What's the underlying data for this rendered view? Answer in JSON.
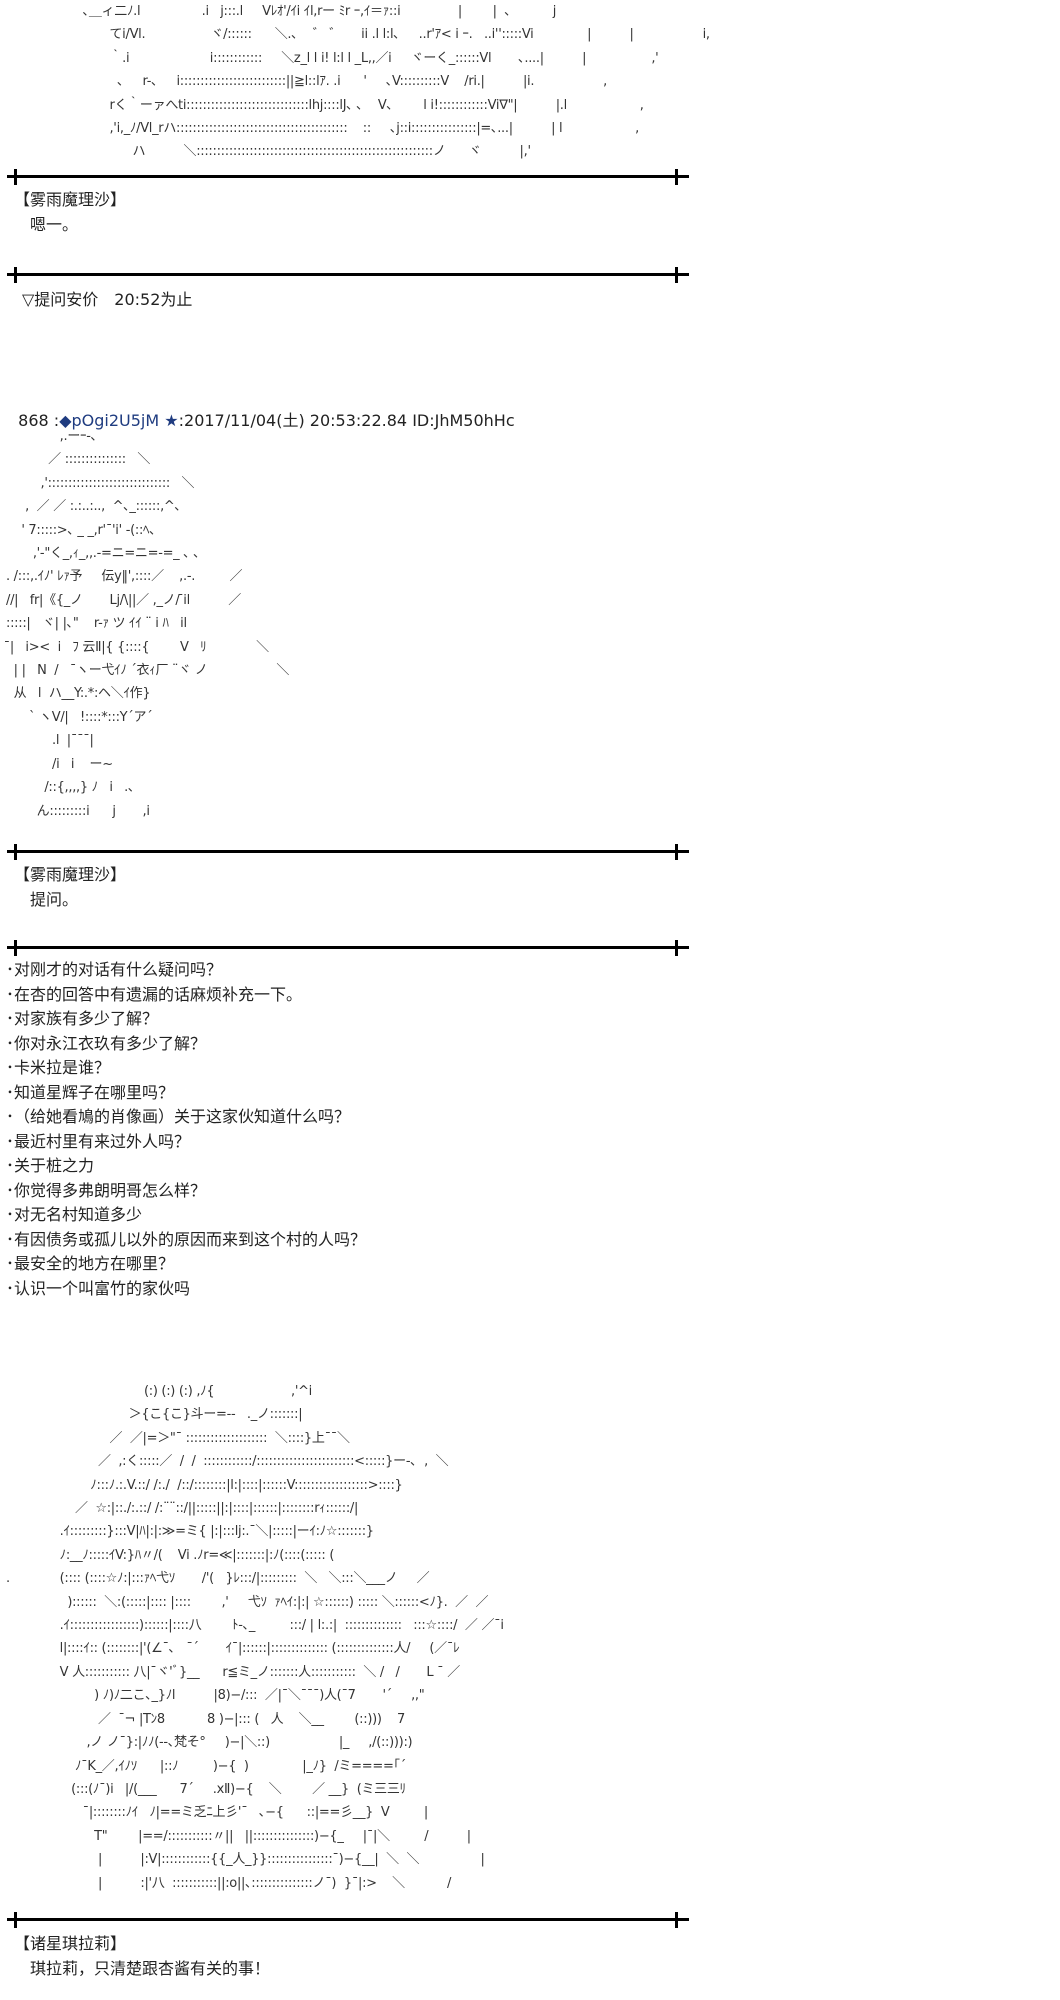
{
  "aa_top": {
    "lines": [
      "                    ､＿ィ二ﾉ.l                .i   j:::.l     Vﾚｵ'/ｲi ｲl,rー ﾐr ｰ,ｲ＝ｧ::i               |        |  ､           j",
      "                           てi/Vl.                 ヾ/::::::      ＼.､    ゛ ゛     ii .l l:l､     ..r'ｱ< i ｰ.   ..i'':::::Vi              |          |                  i,",
      "                           ｀.i                     i::::::::::::     ＼z_l l i! l:l l _L,,／i     ヾーく_::::::Vl       ､....|          |                 ,'",
      "                             ､     r-､     i::::::::::::::::::::::::::||≧l::lｱ. .i      '     ､V::::::::::V    /ri.|          |i.                  ,",
      "                           rく｀ーァへti::::::::::::::::::::::::::::::lhj::::lJ､ ､    V､        l i!::::::::::::Vi∇\"|          |.l                   ,",
      "                           ,'i,_ﾉ/Vl_rハ::::::::::::::::::::::::::::::::::::::::::    ::     ､j::i::::::::::::::::|=､...|          | l                   ,",
      "                                 ハ          ＼::::::::::::::::::::::::::::::::::::::::::::::::::::::::::ノ      ヾ          |,'"
    ]
  },
  "segment1": {
    "speaker": "【雾雨魔理沙】",
    "line": "　嗯一。"
  },
  "notice": "▽提问安价　20:52为止",
  "post": {
    "number": "868",
    "separator": " :",
    "trip": "◆pOgi2U5jM",
    "star": "★",
    "date_id": ":2017/11/04(土) 20:53:22.84 ID:JhM50hHc"
  },
  "aa_marisa": {
    "lines": [
      "              ,.ーｰ-､",
      "           ／ :::::::::::::::   ＼",
      "         ,'::::::::::::::::::::::::::::::   ＼",
      "     ,  ／ ／ :.:..:..,  ^､_::::::,^､",
      "    ' 7:::::>､ _ _,r'¯'i' -(::ﾍ､",
      "       ,'-\"く_,ｨ_,,.-=ニ=ニ=-=_ ､ ､",
      ". /:::,.ｲﾉ' ﾚｧ予     伝y‖',::::／    ,.-.         ／",
      "//|   fr|《{_ノ       Lj/\\||／ ,_ノ/ ̄il          ／",
      ":::::|   ヾ| |､\"    r-ｧ ツ ｲｲ ¨ i ﾊ   il",
      " ̄|   i><  i   ﾌ 云Ⅱ|{ {::::{        V   ﾘ             ＼",
      "  | |   N  /   ¯ヽー弋ｲﾉ ´衣ｨ厂 ¨ヾ ノ                  ＼",
      "  从   l  ハ__Y:.*:ヘ＼ｲ作}",
      "      ` ヽV/|   !::::*:::Y´ア´",
      "            .l  |¯¯¯|",
      "            /i   i    ー~",
      "          /::{,,,,} ﾉ   i   .､",
      "        ん:::::::::i      j       ,i"
    ]
  },
  "segment2": {
    "speaker": "【雾雨魔理沙】",
    "line": "　提问。"
  },
  "questions": [
    "･对刚才的对话有什么疑问吗？",
    "･在杏的回答中有遗漏的话麻烦补充一下。",
    "･对家族有多少了解？",
    "･你对永江衣玖有多少了解？",
    "･卡米拉是谁？",
    "･知道星辉子在哪里吗？",
    "･（给她看鳩的肖像画）关于这家伙知道什么吗？",
    "･最近村里有来过外人吗？",
    "･关于桩之力",
    "･你觉得多弗朗明哥怎么样？",
    "･对无名村知道多少",
    "･有因债务或孤儿以外的原因而来到这个村的人吗？",
    "･最安全的地方在哪里？",
    "･认识一个叫富竹的家伙吗"
  ],
  "aa_kirari": {
    "lines": [
      "                                    (:) (:) (:) ,ﾉ{                    ,'^i",
      "                                ＞{こ{こ}斗ー=--   ._ノ:::::::|",
      "                           ／  ／|=＞\"¯ ::::::::::::::::::::  ＼::::}上¯¯＼",
      "                        ／  ,:く:::::／  /  /  ::::::::::::/::::::::::::::::::::::::<:::::}ー-､  ,  ＼",
      "                      ﾉ:::ﾉ.:.V.::/ /:./  /::/::::::::|l:|::::|::::::V::::::::::::::::::>::::}",
      "                  ／  ☆:|::./:.::/ /:¨¨::/||:::::||:|::::|::::::|::::::::rｨ::::::/|",
      "              .ｲ:::::::::}:::V|ﾊ|:|:≫=ミ{ |:|:::lj:.¯＼|:::::|ーｲ:ﾉ☆:::::::}",
      "              ﾉ:__ﾉ:::::ｲV:}ﾊ〃/(    Vi .ﾉr=≪|:::::::|:ﾉ(::::(::::: (",
      ".             (:::: (::::☆ﾉ:|:::ｧﾍ弋ｿ       /'(   }ﾚ:::/|:::::::::  ＼   ＼:::＼___ノ     ／",
      "                )::::::  ＼:(:::::|:::: |::::        ,'     弋ｿ  ｧﾍｲ:|:| ☆::::::) ::::: ＼::::::<ﾉ}.  ／  ／",
      "              .ｲ:::::::::::::::::)::::::|::::八        ﾄ-､_         :::/ | l:.:|  ::::::::::::::   :::☆::::/  ／ ／¯i",
      "              l|::::ｲ:: (::::::::|'(∠¯､   ¯´       ｲ¯|::::::|:::::::::::::: (::::::::::::::人/     (／¯ﾚ",
      "              V 人::::::::::: 八|¯ヾ'ﾞ}__      r≦ミ_ノ:::::::人:::::::::::  ＼ /   /       L ¯ ／",
      "                       ) ﾉ)ﾉ二こ､_}ﾉl          |8)−/:::  ／|¯＼¯¯¯)人(¯7       '´     ,,\"",
      "                        ／  ¯¬ |Tﾝ8           8 )−|::: (   人    ＼__        (::)))    7",
      "                     ,ノ ノ¯}:|ﾉﾉ(--､梵そ°     )−|＼::)                  |_     ,/(::))):)",
      "                  ﾉ¯K_／,ｲﾉｿ      |::ﾉ         )−{  )              |_ﾉ}  /ミ====｢´",
      "                 (:::(ﾉ¯)i   |/(___      7´     .xⅡ)−{    ＼        ／ __}  (ミ三三ﾘ",
      "                    ¯|::::::::ﾉｲ   ﾉ|==ミ乏ﾆ上彡'¯   ､−{      ::|==彡__}  V         |",
      "                       T\"        |==/:::::::::::〃||   ||:::::::::::::::)−{_     |¯|＼         /          |",
      "                        |          |:V|::::::::::::{{_人_}}::::::::::::::::¯)−{__|  ＼  ＼                |",
      "                        |          :|'八  :::::::::::||:o||､:::::::::::::::ノ¯)  }¯|:>    ＼           /"
    ]
  },
  "segment3": {
    "speaker": "【诸星琪拉莉】",
    "line": "　琪拉莉，只清楚跟杏酱有关的事！"
  }
}
